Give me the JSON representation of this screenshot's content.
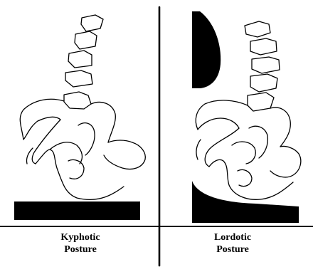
{
  "panels": [
    {
      "id": "kyphotic",
      "caption_line1": "Kyphotic",
      "caption_line2": "Posture"
    },
    {
      "id": "lordotic",
      "caption_line1": "Lordotic",
      "caption_line2": "Posture"
    }
  ],
  "colors": {
    "ink": "#000000",
    "paper": "#ffffff"
  }
}
